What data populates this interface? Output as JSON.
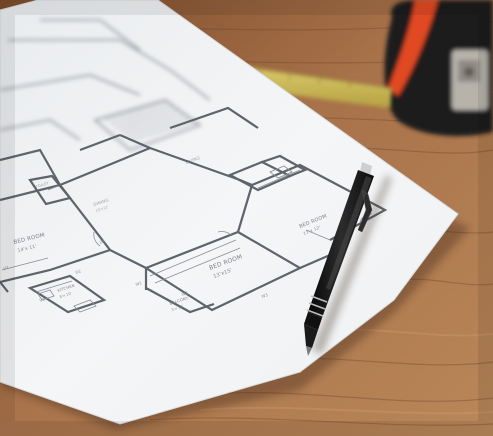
{
  "scene": {
    "colors": {
      "table_light": "#b9855a",
      "table_dark": "#6e4427",
      "paper": "#f4f5f6",
      "plan_lines": "#6d727a",
      "tape_body": "#1e1e1f",
      "tape_accent": "#e04820",
      "tape_blade": "#d6c35a",
      "pen_body": "#1a1a1a",
      "pen_trim": "#c9c9c9"
    }
  },
  "plan": {
    "room_labels": {
      "bedroom_left": "BED ROOM",
      "bedroom_left_size": "14'x 11'",
      "bedroom_center": "BED ROOM",
      "bedroom_center_size": "13'x15'",
      "bedroom_right": "BED ROOM",
      "bedroom_right_size": "11'x 12'",
      "kitchen": "KITCHEN",
      "kitchen_size": "8'x 10'",
      "balcony": "BALCONY",
      "balcony_size": "5'x 10'",
      "dining": "DINING",
      "dining_size": "10'x12'",
      "toilet": "TOILET",
      "living": "LIVING"
    },
    "tags": {
      "d1": "D1",
      "d2": "D2",
      "w1": "W1",
      "w2": "W2",
      "w3": "W3",
      "v1": "V1",
      "v2": "V2"
    }
  }
}
